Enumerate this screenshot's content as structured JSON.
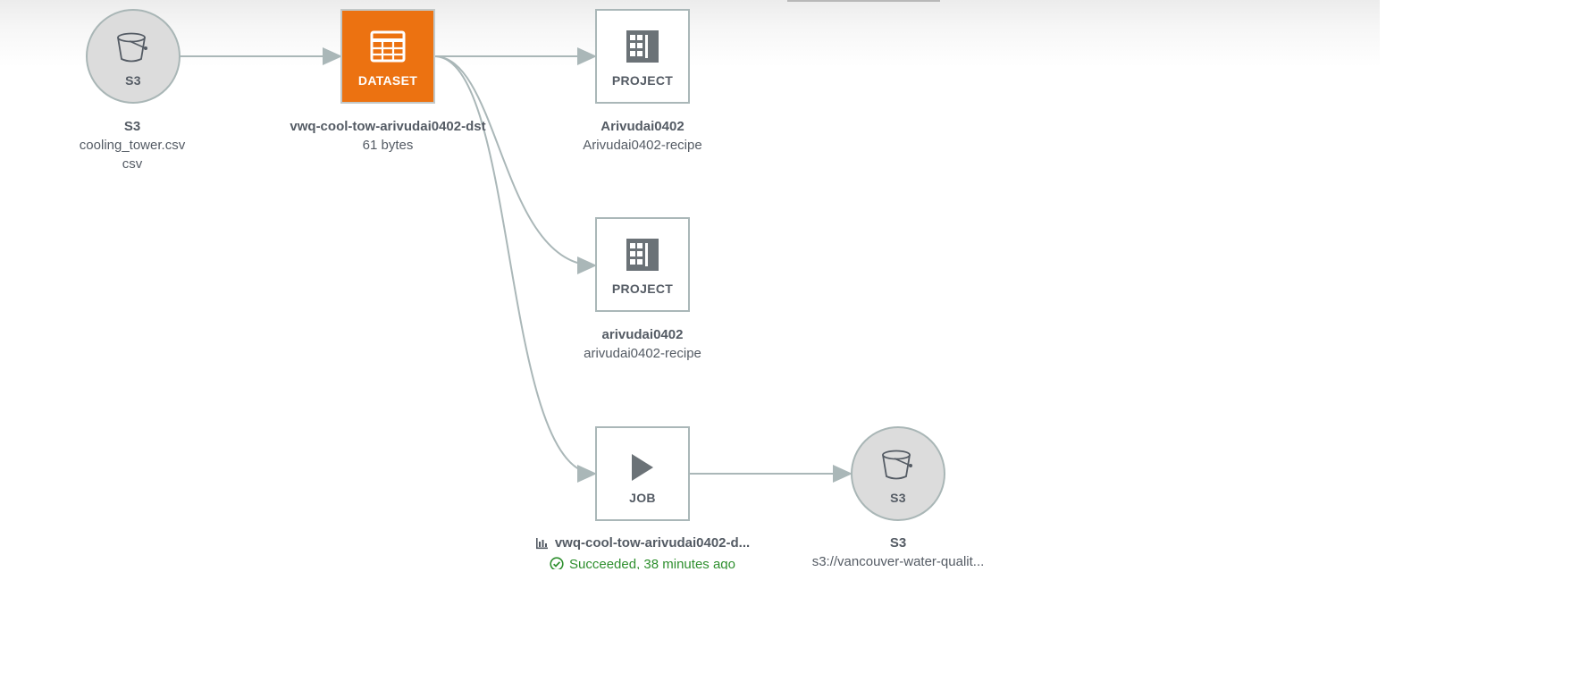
{
  "colors": {
    "accent": "#ec7211",
    "edge": "#aab7b8",
    "success": "#2e8f2e"
  },
  "nodes": {
    "s3_source": {
      "type": "S3",
      "title": "S3",
      "line1": "cooling_tower.csv",
      "line2": "csv",
      "icon": "bucket-icon"
    },
    "dataset": {
      "type": "DATASET",
      "title": "vwq-cool-tow-arivudai0402-dst",
      "line1": "61 bytes",
      "icon": "table-icon"
    },
    "project1": {
      "type": "PROJECT",
      "title": "Arivudai0402",
      "line1": "Arivudai0402-recipe",
      "icon": "grid-icon"
    },
    "project2": {
      "type": "PROJECT",
      "title": "arivudai0402",
      "line1": "arivudai0402-recipe",
      "icon": "grid-icon"
    },
    "job": {
      "type": "JOB",
      "title": "vwq-cool-tow-arivudai0402-d...",
      "status": "Succeeded, 38 minutes ago",
      "icon": "play-icon"
    },
    "s3_output": {
      "type": "S3",
      "title": "S3",
      "line1": "s3://vancouver-water-qualit...",
      "icon": "bucket-icon"
    }
  }
}
